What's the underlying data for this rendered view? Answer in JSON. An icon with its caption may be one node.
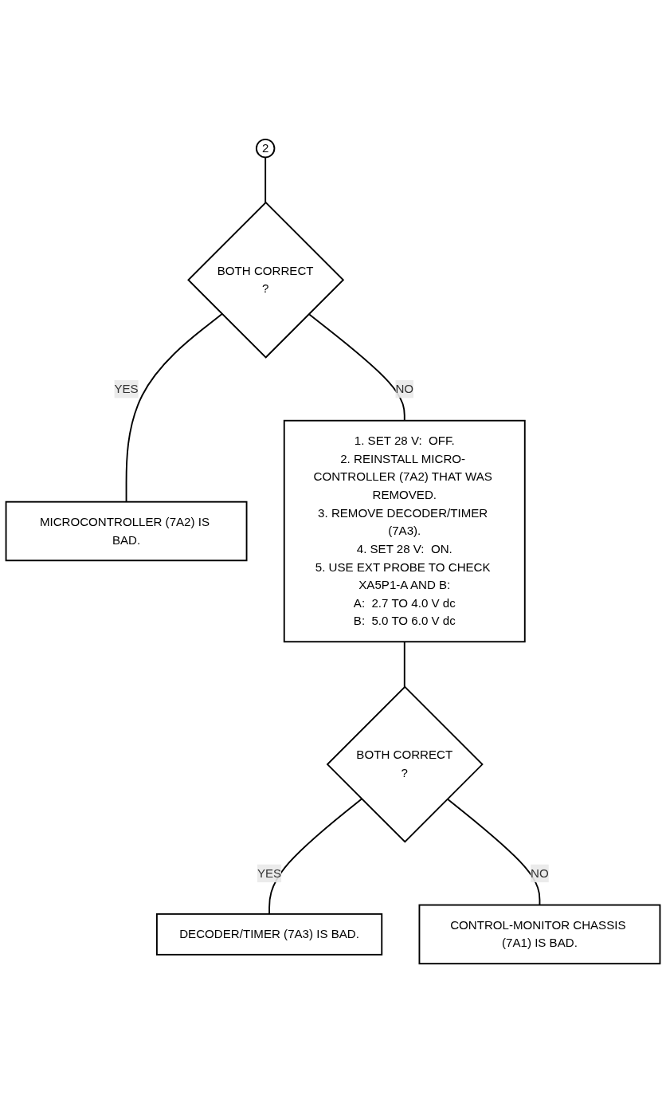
{
  "diagram": {
    "nodes": [
      {
        "text": [
          "2"
        ]
      },
      {
        "text": [
          "BOTH CORRECT",
          "?"
        ]
      },
      {
        "text": [
          "MICROCONTROLLER (7A2) IS BAD."
        ]
      },
      {
        "text": [
          "1. SET 28 V:  OFF.",
          "2. REINSTALL MICRO- CONTROLLER (7A2) THAT WAS REMOVED.",
          "3. REMOVE DECODER/TIMER (7A3).",
          "4. SET 28 V:  ON.",
          "5. USE EXT PROBE TO CHECK XA5P1-A AND B:",
          "A:  2.7 TO 4.0 V dc",
          "B:  5.0 TO 6.0 V dc"
        ]
      },
      {
        "text": [
          "BOTH CORRECT",
          "?"
        ]
      },
      {
        "text": [
          "DECODER/TIMER (7A3) IS BAD."
        ]
      },
      {
        "text": [
          "CONTROL-MONITOR CHASSIS (7A1) IS BAD."
        ]
      }
    ],
    "edges": [
      {
        "from": 0,
        "to": 1,
        "arrow": "none"
      },
      {
        "from": 1,
        "to": 2,
        "arrow": "none",
        "label": "YES"
      },
      {
        "from": 1,
        "to": 3,
        "arrow": "none",
        "label": "NO"
      },
      {
        "from": 3,
        "to": 4,
        "arrow": "none"
      },
      {
        "from": 4,
        "to": 5,
        "arrow": "none",
        "label": "YES"
      },
      {
        "from": 4,
        "to": 6,
        "arrow": "none",
        "label": "NO"
      }
    ]
  }
}
